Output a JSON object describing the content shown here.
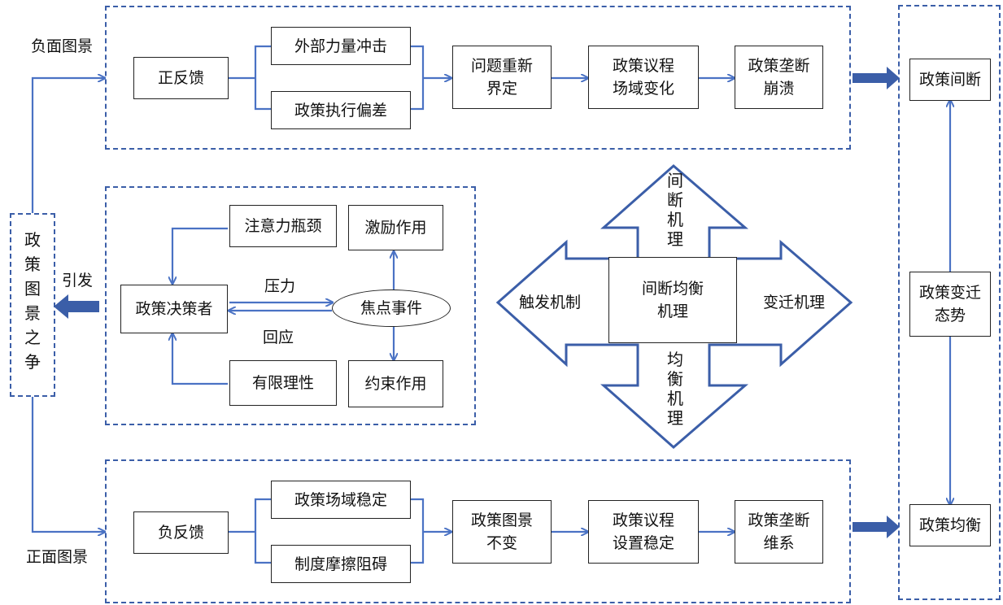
{
  "negative": {
    "label": "负面图景",
    "feedback": "正反馈",
    "shock": "外部力量冲击",
    "deviation": "政策执行偏差",
    "redefine": "问题重新\n界定",
    "venue_change": "政策议程\n场域变化",
    "monopoly_collapse": "政策垄断\n崩溃"
  },
  "positive": {
    "label": "正面图景",
    "feedback": "负反馈",
    "venue_stable": "政策场域稳定",
    "friction": "制度摩擦阻碍",
    "image_unchanged": "政策图景\n不变",
    "agenda_stable": "政策议程\n设置稳定",
    "monopoly_maintain": "政策垄断\n维系"
  },
  "contest": {
    "text": "政\n策\n图\n景\n之\n争",
    "trigger_label": "引发"
  },
  "center": {
    "attention": "注意力瓶颈",
    "incentive": "激励作用",
    "decision_maker": "政策决策者",
    "pressure": "压力",
    "focus_event": "焦点事件",
    "response": "回应",
    "bounded": "有限理性",
    "constraint": "约束作用"
  },
  "mechanism": {
    "core": "间断均衡\n机理",
    "up": "间\n断\n机\n理",
    "down": "均\n衡\n机\n理",
    "left": "触发机制",
    "right": "变迁机理"
  },
  "right_panel": {
    "interrupt": "政策间断",
    "trend": "政策变迁\n态势",
    "equilibrium": "政策均衡"
  },
  "colors": {
    "arrow": "#4a72c4",
    "dash": "#3b5ea8",
    "fat_arrow": "#3b5ea8"
  }
}
